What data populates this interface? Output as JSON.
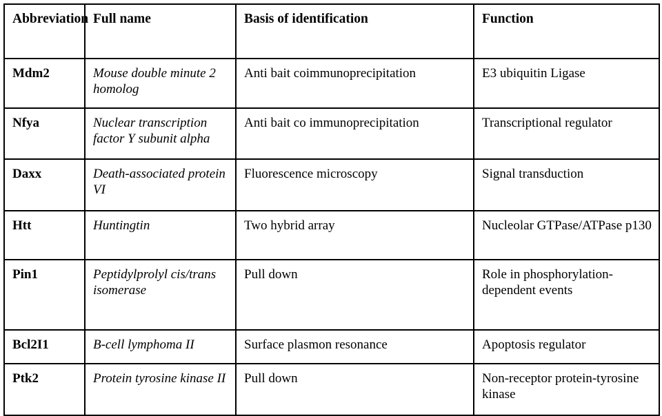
{
  "table": {
    "columns": [
      {
        "key": "abbreviation",
        "label": "Abbreviation"
      },
      {
        "key": "full_name",
        "label": "Full name"
      },
      {
        "key": "basis",
        "label": "Basis of identification"
      },
      {
        "key": "function",
        "label": "Function"
      }
    ],
    "rows": [
      {
        "abbreviation": "Mdm2",
        "full_name": "Mouse double minute 2 homolog",
        "basis": "Anti bait coimmunoprecipitation",
        "function": "E3 ubiquitin Ligase"
      },
      {
        "abbreviation": "Nfya",
        "full_name": "Nuclear transcription factor Y subunit alpha",
        "basis": "Anti bait co immunoprecipitation",
        "function": "Transcriptional regulator"
      },
      {
        "abbreviation": "Daxx",
        "full_name": "Death-associated protein VI",
        "basis": "Fluorescence microscopy",
        "function": "Signal transduction"
      },
      {
        "abbreviation": "Htt",
        "full_name": "Huntingtin",
        "basis": "Two hybrid array",
        "function": "Nucleolar GTPase/ATPase p130"
      },
      {
        "abbreviation": "Pin1",
        "full_name": "Peptidylprolyl cis/trans isomerase",
        "basis": "Pull down",
        "function": "Role in phosphorylation-dependent events"
      },
      {
        "abbreviation": "Bcl2I1",
        "full_name": "B-cell lymphoma II",
        "basis": "Surface plasmon resonance",
        "function": "Apoptosis regulator"
      },
      {
        "abbreviation": "Ptk2",
        "full_name": "Protein tyrosine kinase II",
        "basis": "Pull down",
        "function": "Non-receptor protein-tyrosine kinase"
      }
    ]
  },
  "style": {
    "border_color": "#000000",
    "text_color": "#000000",
    "background_color": "#ffffff"
  }
}
